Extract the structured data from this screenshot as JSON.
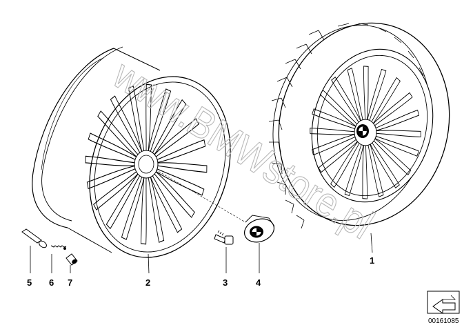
{
  "watermark": "www.BMWstore.pl",
  "document_number": "00161085",
  "callouts": [
    {
      "id": "tyre",
      "label": "1"
    },
    {
      "id": "rim",
      "label": "2"
    },
    {
      "id": "wheel-bolt",
      "label": "3"
    },
    {
      "id": "hub-cap",
      "label": "4"
    },
    {
      "id": "valve",
      "label": "5"
    },
    {
      "id": "valve-insert",
      "label": "6"
    },
    {
      "id": "valve-cap",
      "label": "7"
    }
  ],
  "icons": [
    "arrow-corner-icon",
    "bmw-logo-icon"
  ],
  "colors": {
    "line": "#000000",
    "watermark": "#b9b9b9",
    "background": "#ffffff"
  }
}
